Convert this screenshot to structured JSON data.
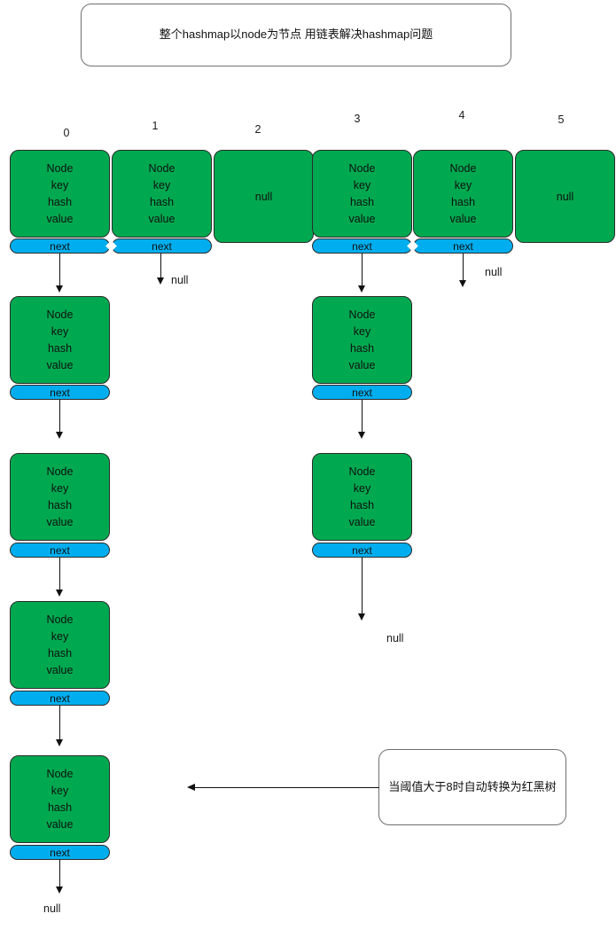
{
  "title_box": {
    "text": "整个hashmap以node为节点 用链表解决hashmap问题"
  },
  "annotation_box": {
    "text": "当阈值大于8时自动转换为红黑树"
  },
  "labels": {
    "node": "Node",
    "key": "key",
    "hash": "hash",
    "value": "value",
    "next": "next",
    "null": "null"
  },
  "colors": {
    "node_green": "#00a94f",
    "next_blue": "#00aeef",
    "outline": "#2b2b2b",
    "callout_border": "#6f6f6f",
    "text": "#111111",
    "background": "#ffffff"
  },
  "bucket_indices": [
    "0",
    "1",
    "2",
    "3",
    "4",
    "5"
  ],
  "buckets": [
    {
      "index": "0",
      "kind": "node",
      "chain_length": 5,
      "terminator": "null",
      "nodes": [
        {
          "title": "Node",
          "key": "key",
          "hash": "hash",
          "value": "value",
          "next": "next"
        },
        {
          "title": "Node",
          "key": "key",
          "hash": "hash",
          "value": "value",
          "next": "next"
        },
        {
          "title": "Node",
          "key": "key",
          "hash": "hash",
          "value": "value",
          "next": "next"
        },
        {
          "title": "Node",
          "key": "key",
          "hash": "hash",
          "value": "value",
          "next": "next"
        },
        {
          "title": "Node",
          "key": "key",
          "hash": "hash",
          "value": "value",
          "next": "next"
        }
      ]
    },
    {
      "index": "1",
      "kind": "node",
      "chain_length": 1,
      "terminator": "null",
      "nodes": [
        {
          "title": "Node",
          "key": "key",
          "hash": "hash",
          "value": "value",
          "next": "next"
        }
      ]
    },
    {
      "index": "2",
      "kind": "null",
      "chain_length": 0,
      "terminator": "",
      "nodes": [],
      "empty_label": "null"
    },
    {
      "index": "3",
      "kind": "node",
      "chain_length": 3,
      "terminator": "null",
      "nodes": [
        {
          "title": "Node",
          "key": "key",
          "hash": "hash",
          "value": "value",
          "next": "next"
        },
        {
          "title": "Node",
          "key": "key",
          "hash": "hash",
          "value": "value",
          "next": "next"
        },
        {
          "title": "Node",
          "key": "key",
          "hash": "hash",
          "value": "value",
          "next": "next"
        }
      ]
    },
    {
      "index": "4",
      "kind": "node",
      "chain_length": 1,
      "terminator": "null",
      "nodes": [
        {
          "title": "Node",
          "key": "key",
          "hash": "hash",
          "value": "value",
          "next": "next"
        }
      ]
    },
    {
      "index": "5",
      "kind": "null",
      "chain_length": 0,
      "terminator": "",
      "nodes": [],
      "empty_label": "null"
    }
  ]
}
